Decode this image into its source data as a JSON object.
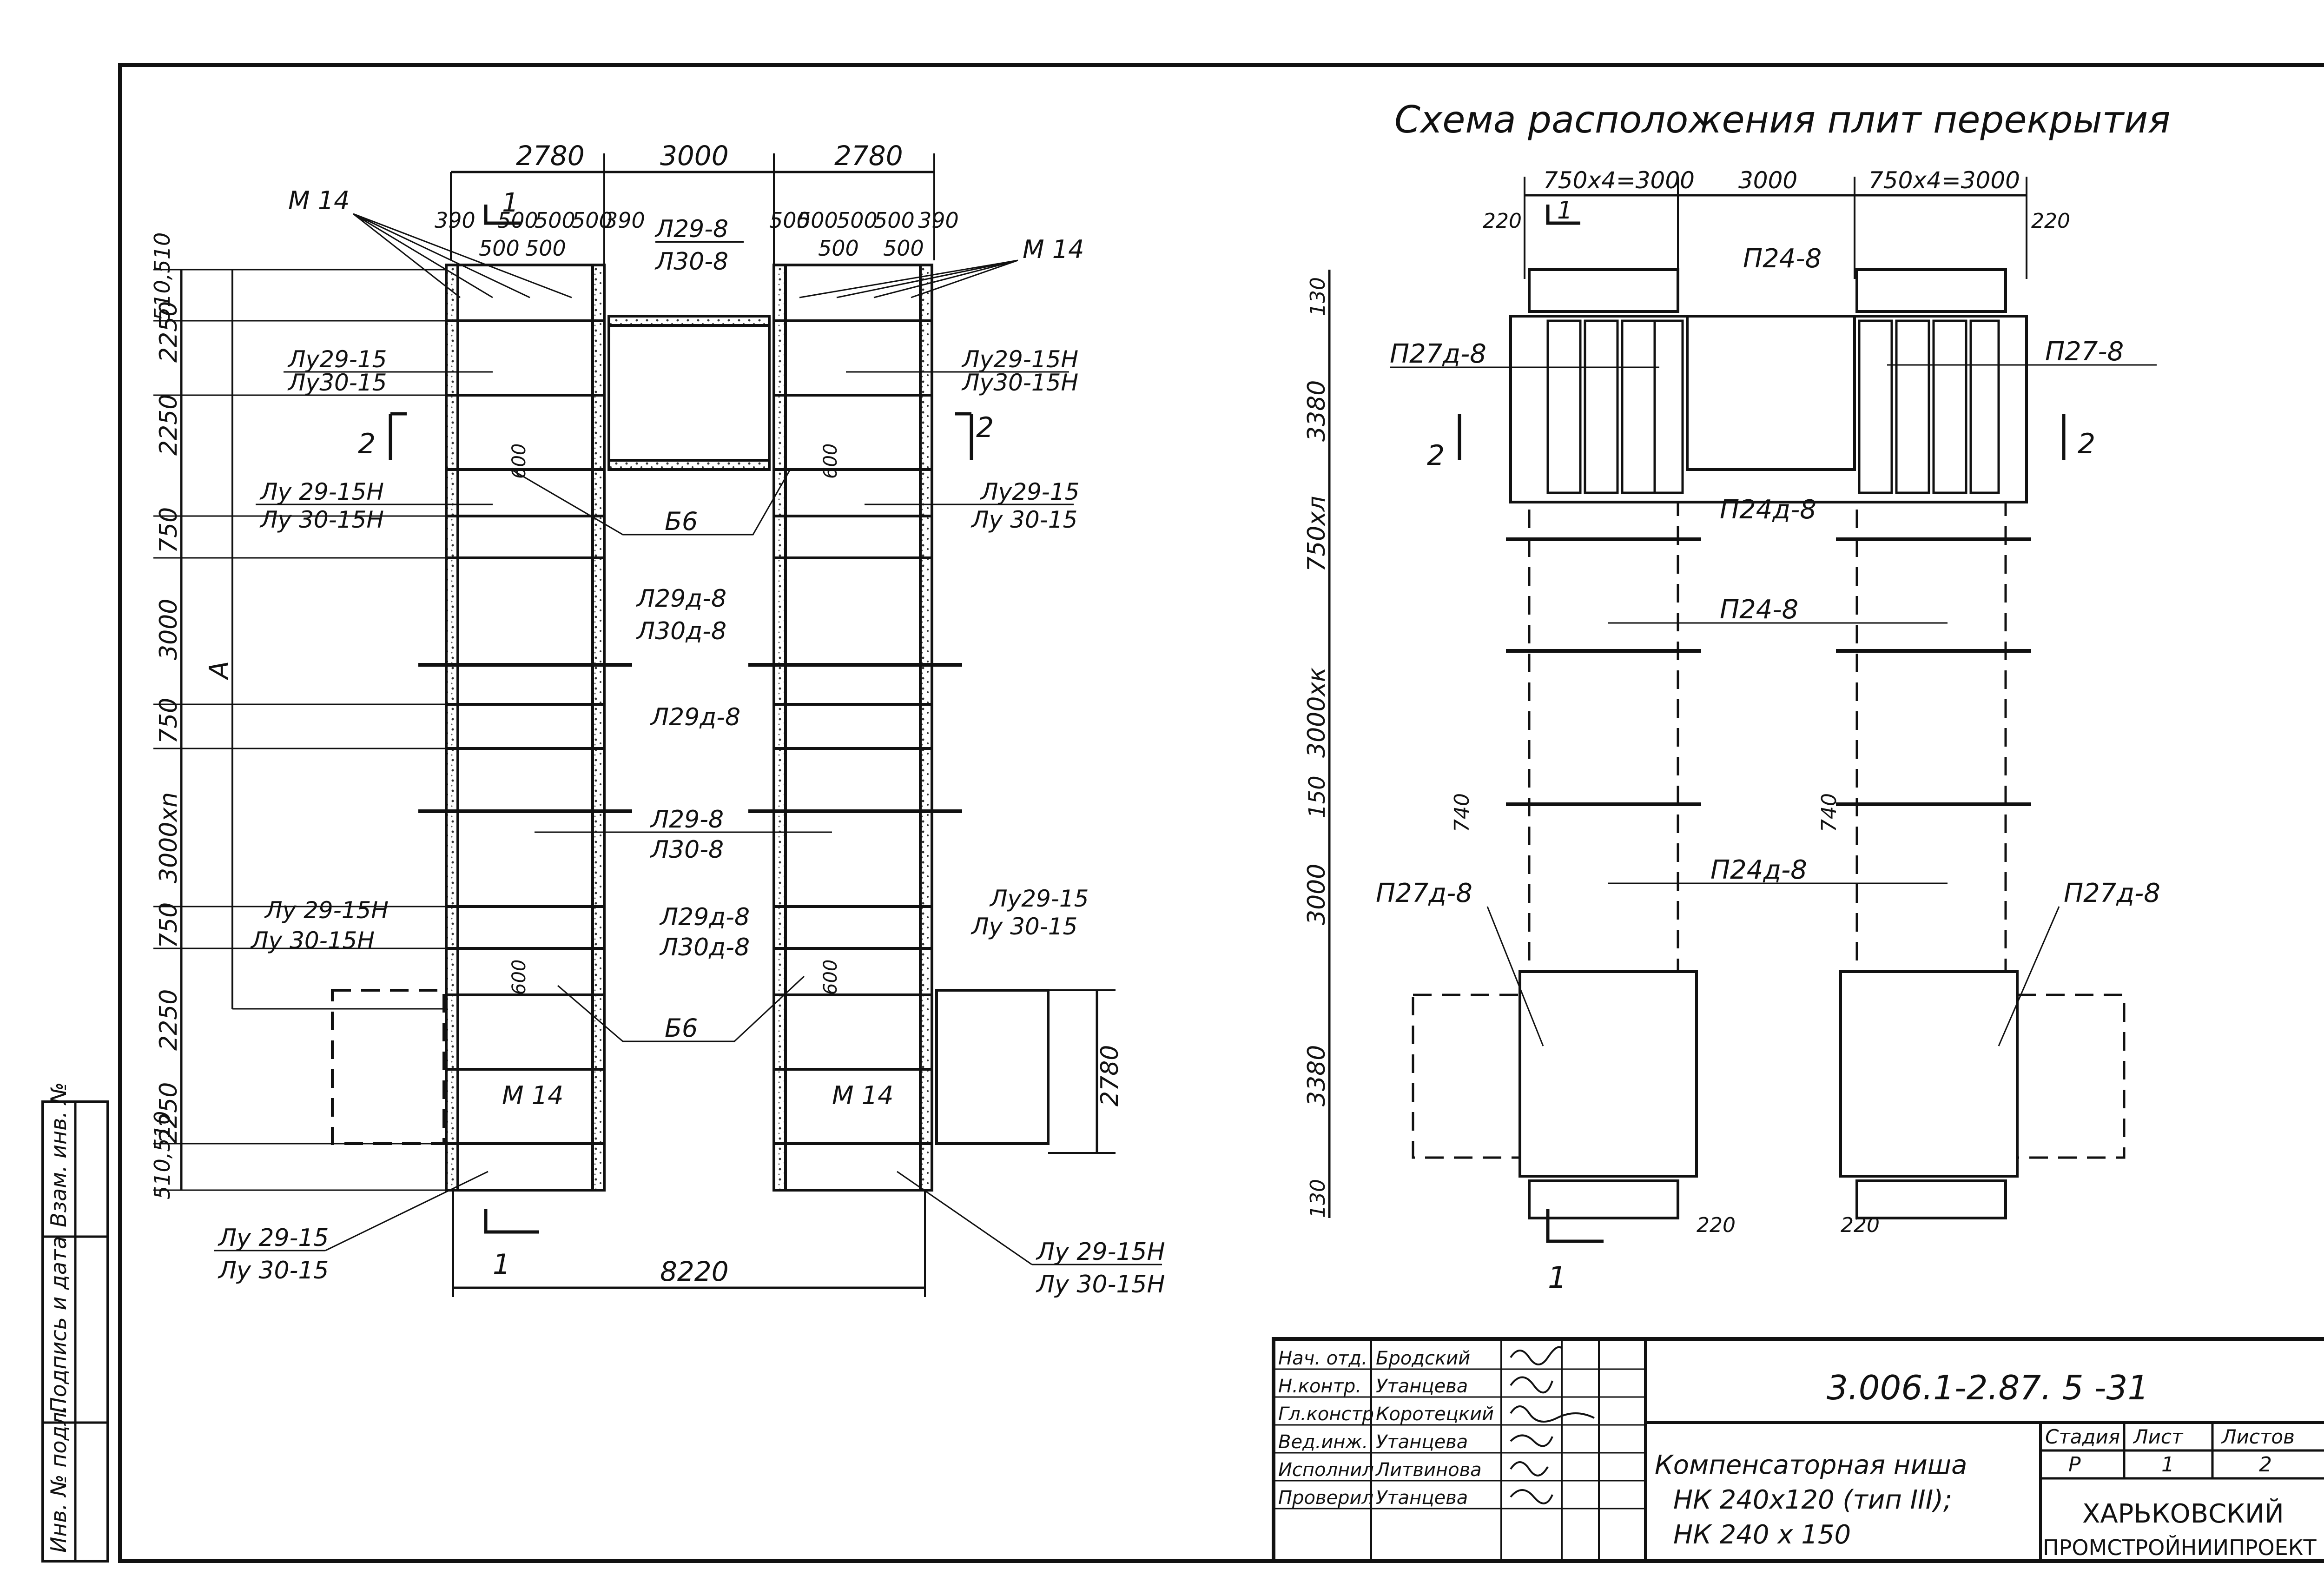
{
  "left_plan": {
    "dims_top": [
      "2780",
      "3000",
      "2780"
    ],
    "sub_dims_left": [
      "390",
      "500",
      "500",
      "500",
      "390"
    ],
    "sub_dims_left_inner": [
      "500",
      "500"
    ],
    "sub_dims_right": [
      "500",
      "500",
      "500",
      "500",
      "390"
    ],
    "sub_dims_right_inner": [
      "500",
      "500"
    ],
    "left_dims": [
      "510,510",
      "2250",
      "2250",
      "750",
      "3000",
      "750",
      "3000xn",
      "750",
      "2250",
      "2250",
      "510,510"
    ],
    "label_A": "A",
    "bottom_dim": "8220",
    "side_dim": "2780",
    "section_1": "1",
    "section_2": "2",
    "labels": {
      "m14": "M 14",
      "p298": "Л29-8",
      "p308": "Л30-8",
      "lu2915": "Лу29-15",
      "lu3015": "Лу30-15",
      "lu2915h": "Лу29-15Н",
      "lu3015h": "Лу30-15Н",
      "lu2915_sp": "Лу 29-15",
      "lu3015_sp": "Лу 30-15",
      "lu2915h_sp": "Лу 29-15Н",
      "lu3015h_sp": "Лу 30-15Н",
      "b6": "Б6",
      "p29d8": "Л29д-8",
      "p30d8": "Л30д-8",
      "dim600": "600"
    }
  },
  "right_plan": {
    "title": "Схема расположения плит перекрытия",
    "dims_top": [
      "750x4=3000",
      "3000",
      "750x4=3000"
    ],
    "dim_220": "220",
    "left_dims": [
      "130",
      "3380",
      "750xл",
      "3000xк",
      "150",
      "3000",
      "3380",
      "130"
    ],
    "dim_740": "740",
    "labels": {
      "p248": "П24-8",
      "p27d8": "П27д-8",
      "p278": "П27-8",
      "p24d8": "П24д-8"
    }
  },
  "stamp": {
    "doc_code": "3.006.1-2.87. 5 -31",
    "title_lines": [
      "Компенсаторная ниша",
      "НК 240x120 (тип III);",
      "НК 240 x 150"
    ],
    "roles": [
      "Нач. отд.",
      "Н.контр.",
      "Гл.констр",
      "Вед.инж.",
      "Исполнил",
      "Проверил"
    ],
    "names": [
      "Бродский",
      "Утанцева",
      "Коротецкий",
      "Утанцева",
      "Литвинова",
      "Утанцева"
    ],
    "stage_header": "Стадия",
    "sheet_header": "Лист",
    "sheets_header": "Листов",
    "stage": "Р",
    "sheet": "1",
    "sheets": "2",
    "org_line1": "ХАРЬКОВСКИЙ",
    "org_line2": "ПРОМСТРОЙНИИПРОЕКТ"
  },
  "side_strip": {
    "cells": [
      "Инв. № подл.",
      "Подпись и дата",
      "Взам. инв. №"
    ]
  }
}
